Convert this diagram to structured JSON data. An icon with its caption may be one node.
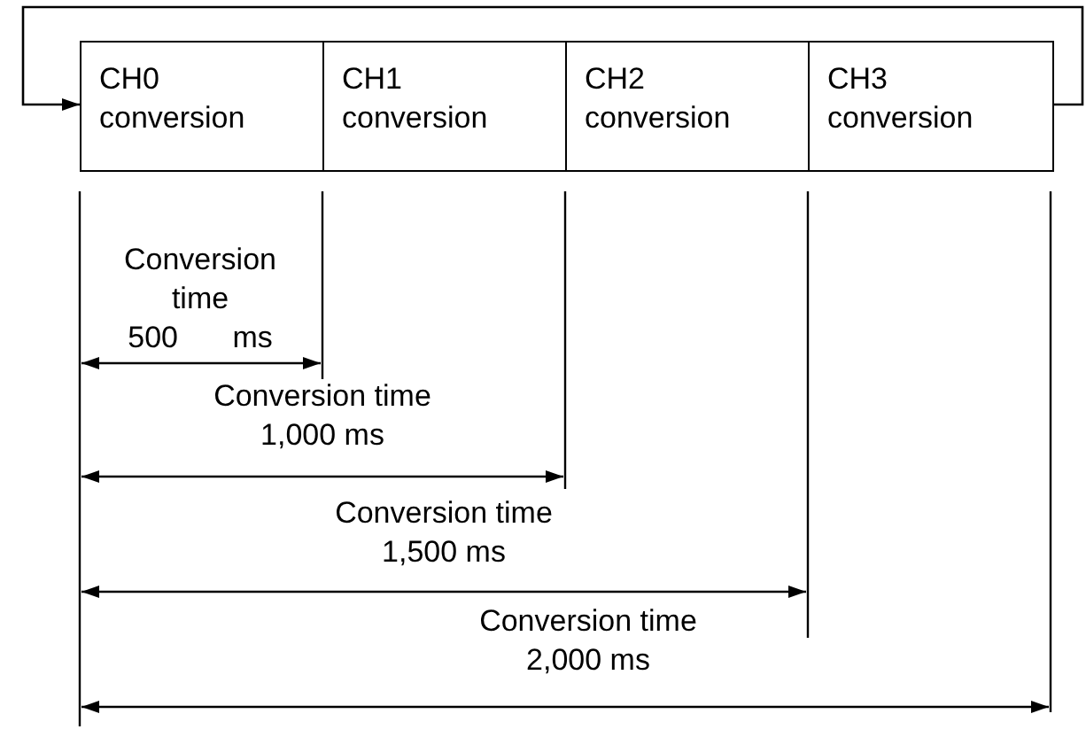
{
  "diagram": {
    "nodes": [
      {
        "text": [
          "CH0 conversion"
        ]
      },
      {
        "text": [
          "CH1 conversion"
        ]
      },
      {
        "text": [
          "CH2 conversion"
        ]
      },
      {
        "text": [
          "CH3 conversion"
        ]
      }
    ],
    "edges": [
      {
        "from": 3,
        "to": 0,
        "arrow": "to"
      }
    ],
    "labels": [
      "Conversion time 500 ms",
      "Conversion time 1,000 ms",
      "Conversion time 1,500 ms",
      "Conversion time 2,000 ms"
    ]
  }
}
